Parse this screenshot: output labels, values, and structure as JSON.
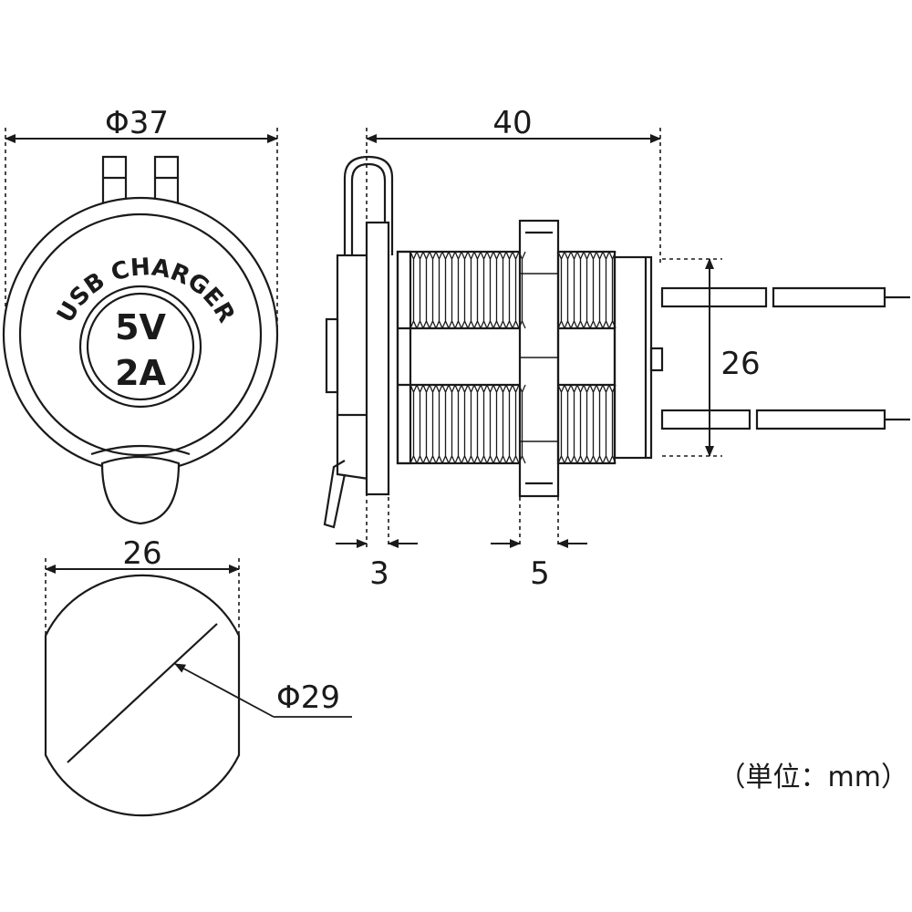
{
  "front_view": {
    "label_arc": "USB CHARGER",
    "voltage": "5V",
    "current": "2A",
    "diameter_label": "Φ37"
  },
  "side_view": {
    "length_label": "40",
    "height_label": "26",
    "flange_thickness_label": "3",
    "nut_thickness_label": "5"
  },
  "cutout_view": {
    "width_label": "26",
    "diameter_label": "Φ29"
  },
  "unit_note": "（単位：mm）",
  "colors": {
    "stroke": "#1a1a1a",
    "background": "#ffffff"
  }
}
